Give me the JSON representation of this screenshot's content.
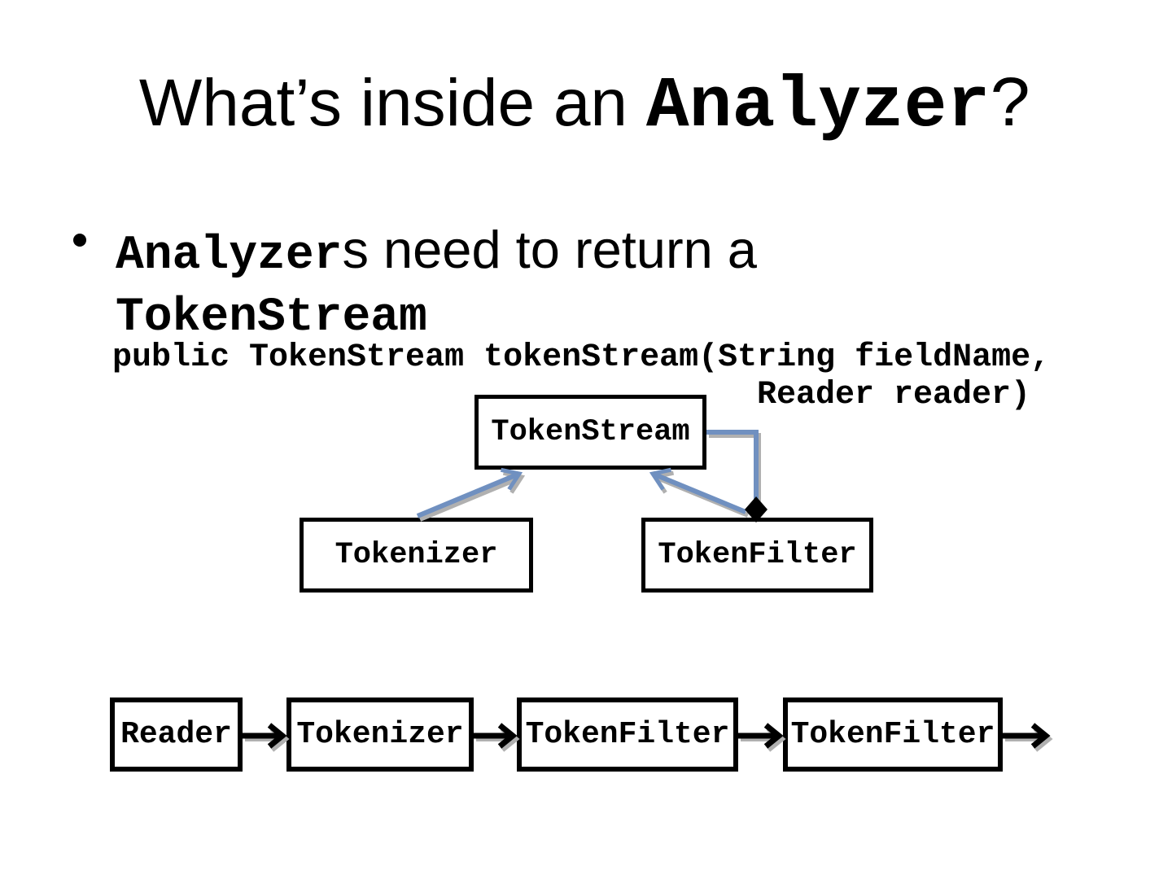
{
  "slide": {
    "title": {
      "prefix": "What’s inside an ",
      "code": "Analyzer",
      "suffix": "?"
    },
    "bullet": {
      "code1": "Analyzer",
      "text1": "s need to return a",
      "code2": "TokenStream"
    },
    "signature": {
      "line1": "public TokenStream tokenStream(String fieldName,",
      "line2": "Reader reader)"
    },
    "uml": {
      "parent": "TokenStream",
      "children": [
        "Tokenizer",
        "TokenFilter"
      ],
      "relations": [
        "Tokenizer extends TokenStream (generalization arrow)",
        "TokenFilter extends TokenStream (generalization arrow)",
        "TokenFilter composes TokenStream (filled diamond)"
      ]
    },
    "pipeline": [
      "Reader",
      "Tokenizer",
      "TokenFilter",
      "TokenFilter"
    ],
    "colors": {
      "connector_blue": "#7090c0",
      "shadow_gray": "#b0b0b0",
      "box_border": "#000000",
      "text": "#000000",
      "background": "#ffffff"
    }
  }
}
